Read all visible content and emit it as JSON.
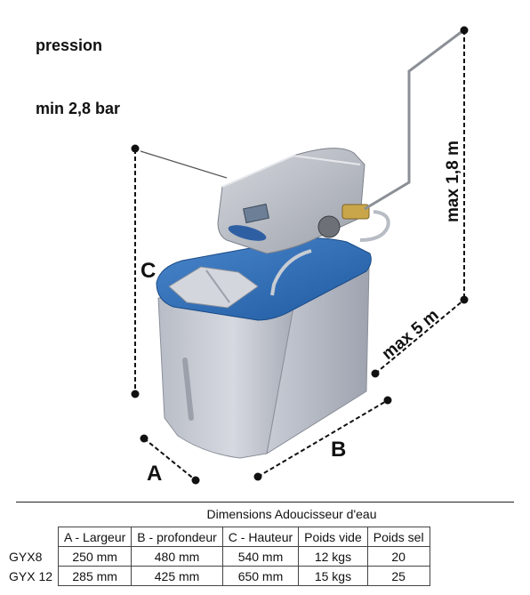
{
  "pressure": {
    "label": "pression",
    "value": "min 2,8 bar"
  },
  "dimension_labels": {
    "a": "A",
    "b": "B",
    "c": "C",
    "max_height": "max 1,8 m",
    "max_distance": "max 5 m"
  },
  "table": {
    "caption": "Dimensions Adoucisseur d'eau",
    "headers": [
      "A  - Largeur",
      "B - profondeur",
      "C - Hauteur",
      "Poids vide",
      "Poids sel"
    ],
    "rows": [
      {
        "model": "GYX8",
        "cells": [
          "250 mm",
          "480 mm",
          "540 mm",
          "12 kgs",
          "20"
        ]
      },
      {
        "model": "GYX 12",
        "cells": [
          "285 mm",
          "425 mm",
          "650 mm",
          "15 kgs",
          "25"
        ]
      }
    ]
  },
  "colors": {
    "cabinet_top": "#2f6db5",
    "cabinet_body": "#c9ccd3",
    "valve_head": "#b9bcc4",
    "dimension_line": "#111111"
  }
}
